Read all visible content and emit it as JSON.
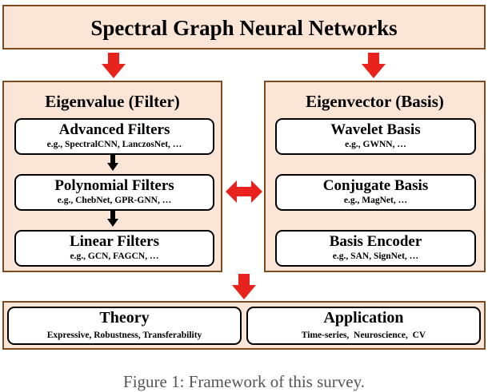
{
  "header": {
    "title": "Spectral Graph Neural Networks"
  },
  "left_panel": {
    "title": "Eigenvalue (Filter)",
    "boxes": [
      {
        "title": "Advanced Filters",
        "examples": "e.g., SpectralCNN, LanczosNet, …"
      },
      {
        "title": "Polynomial Filters",
        "examples": "e.g., ChebNet, GPR-GNN, …"
      },
      {
        "title": "Linear Filters",
        "examples": "e.g., GCN, FAGCN, …"
      }
    ]
  },
  "right_panel": {
    "title": "Eigenvector (Basis)",
    "boxes": [
      {
        "title": "Wavelet Basis",
        "examples": "e.g., GWNN, …"
      },
      {
        "title": "Conjugate Basis",
        "examples": "e.g., MagNet, …"
      },
      {
        "title": "Basis Encoder",
        "examples": "e.g., SAN, SignNet, …"
      }
    ]
  },
  "bottom": {
    "theory": {
      "title": "Theory",
      "examples": "Expressive, Robustness, Transferability"
    },
    "application": {
      "title": "Application",
      "examples": "Time-series,  Neuroscience,  CV"
    }
  },
  "caption": "Figure 1: Framework of this survey.",
  "colors": {
    "panel_fill": "#fbe5d6",
    "panel_border": "#7f4a1f",
    "arrow_red": "#e8231e",
    "arrow_black": "#000000"
  }
}
